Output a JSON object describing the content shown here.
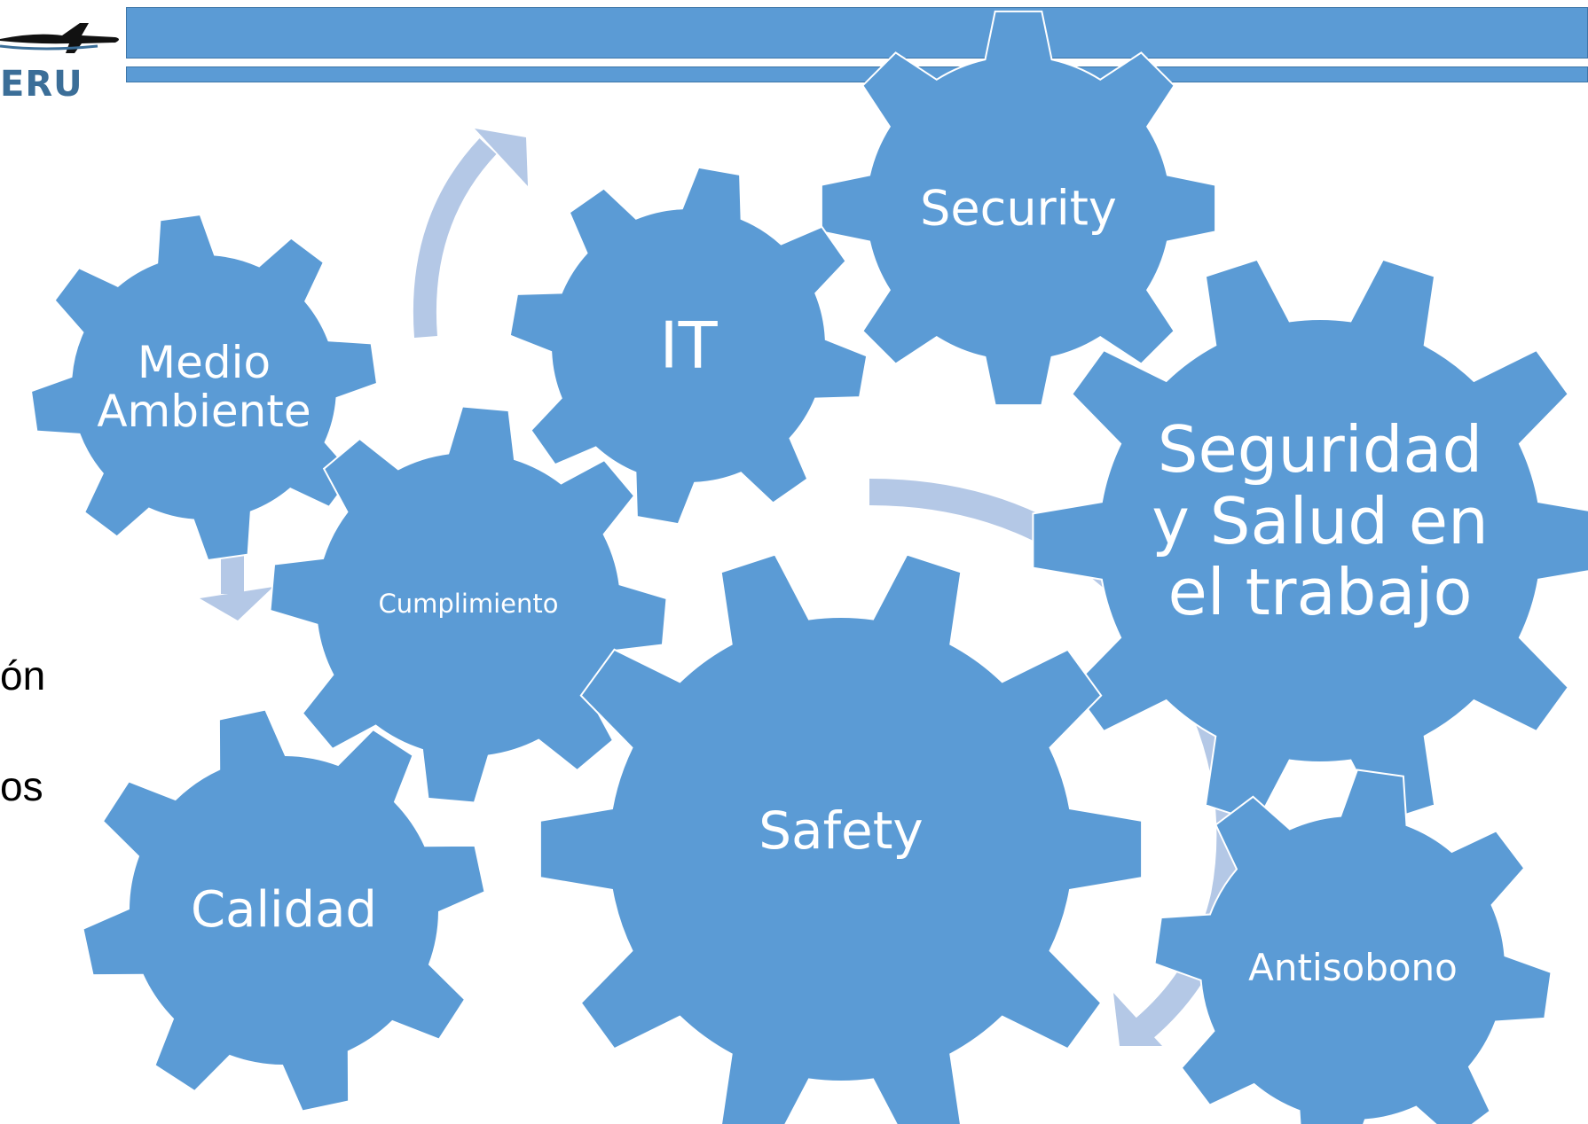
{
  "header": {
    "logo_text": "ERU",
    "logo_icon": "airplane-icon",
    "bar_color": "#5b9bd5"
  },
  "side_fragments": [
    "ón",
    "os"
  ],
  "gear_color": "#5b9bd5",
  "arrow_color": "#b4c8e6",
  "gears": [
    {
      "name": "security",
      "label": "Security"
    },
    {
      "name": "it",
      "label": "IT"
    },
    {
      "name": "medio-ambiente",
      "label": "Medio\nAmbiente"
    },
    {
      "name": "cumplimiento",
      "label": "Cumplimiento"
    },
    {
      "name": "seguridad-salud",
      "label": "Seguridad\ny Salud en\nel trabajo"
    },
    {
      "name": "calidad",
      "label": "Calidad"
    },
    {
      "name": "safety",
      "label": "Safety"
    },
    {
      "name": "antisobono",
      "label": "Antisobono"
    }
  ]
}
